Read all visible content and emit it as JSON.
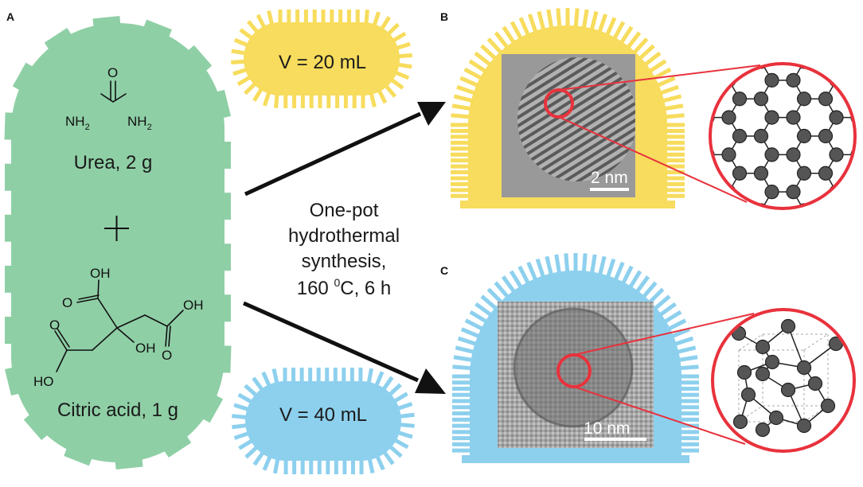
{
  "panels": {
    "a": "A",
    "b": "B",
    "c": "C"
  },
  "reagents": {
    "urea_label": "Urea, 2 g",
    "plus": "+",
    "citric_label": "Citric acid, 1 g",
    "atoms": {
      "O": "O",
      "NH": "NH",
      "sub2": "2",
      "OH": "OH",
      "HO": "HO"
    }
  },
  "volumes": {
    "small": "V = 20 mL",
    "large": "V = 40 mL"
  },
  "conditions": {
    "line1": "One-pot",
    "line2": "hydrothermal",
    "line3": "synthesis,",
    "line4_a": "160 ",
    "line4_sup": "0",
    "line4_b": "C, 6 h"
  },
  "scale_bars": {
    "b": "2 nm",
    "c": "10 nm"
  },
  "colors": {
    "green": "#8fcfa6",
    "yellow": "#f7dc5d",
    "blue": "#8dd0ee",
    "red": "#e8323c",
    "atom": "#555555",
    "arrow": "#111111"
  }
}
